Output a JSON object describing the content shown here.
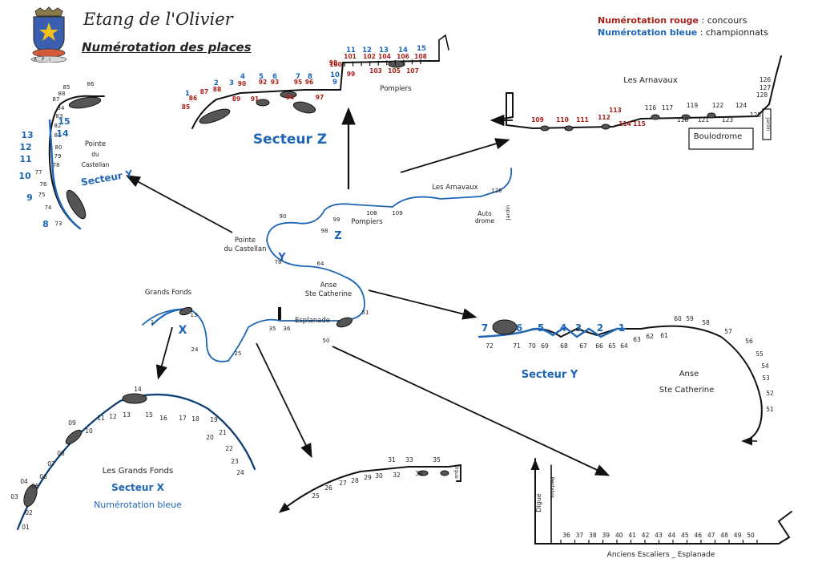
{
  "header": {
    "title": "Etang de l'Olivier",
    "subtitle": "Numérotation des places",
    "crest_text": "A . P . I"
  },
  "legend": {
    "red_label": "Numérotation rouge",
    "red_text": " : concours",
    "blue_label": "Numérotation bleue",
    "blue_text": " : championnats",
    "red_color": "#a8201a",
    "blue_color": "#1e66b5"
  },
  "overview": {
    "labels": [
      "Grands Fonds",
      "Pointe du Castellan",
      "Anse Ste Catherine",
      "Esplanade",
      "Pompiers",
      "Les Arnavaux",
      "Auto drome",
      "Jardin"
    ],
    "sector_letters": [
      "X",
      "Y",
      "Z"
    ],
    "numbers": [
      "1",
      "13",
      "24",
      "25",
      "35",
      "36",
      "50",
      "51",
      "64",
      "78",
      "90",
      "98",
      "99",
      "108",
      "109",
      "128"
    ]
  },
  "secteur_z": {
    "title": "Secteur Z",
    "place_label": "Pompiers",
    "red": [
      "85",
      "86",
      "87",
      "88",
      "89",
      "90",
      "91",
      "92",
      "93",
      "94",
      "95",
      "96",
      "97",
      "98",
      "99",
      "100",
      "101",
      "102",
      "103",
      "104",
      "105",
      "106",
      "107",
      "108"
    ],
    "blue": [
      "1",
      "2",
      "3",
      "4",
      "5",
      "6",
      "7",
      "8",
      "9",
      "10",
      "11",
      "12",
      "13",
      "14",
      "15"
    ]
  },
  "arnavaux": {
    "title": "Les Arnavaux",
    "sub": "Boulodrome",
    "red": [
      "109",
      "110",
      "111",
      "112",
      "113",
      "114",
      "115"
    ],
    "black": [
      "116",
      "117",
      "118",
      "119",
      "121",
      "122",
      "123",
      "124",
      "125",
      "126",
      "127",
      "128"
    ],
    "jardin": "Jardin"
  },
  "castellan": {
    "title": "Pointe du Castellan",
    "sector": "Secteur Y",
    "black": [
      "73",
      "74",
      "75",
      "76",
      "77",
      "78",
      "79",
      "80",
      "81",
      "82",
      "83",
      "84",
      "85",
      "86",
      "87",
      "88"
    ],
    "blue": [
      "8",
      "9",
      "10",
      "11",
      "12",
      "13",
      "14",
      "15"
    ]
  },
  "grands_fonds": {
    "title": "Les Grands Fonds",
    "sector": "Secteur X",
    "note": "Numérotation bleue",
    "numbers": [
      "01",
      "02",
      "03",
      "04",
      "05",
      "06",
      "07",
      "08",
      "09",
      "10",
      "11",
      "12",
      "13",
      "14",
      "15",
      "16",
      "17",
      "18",
      "19",
      "20",
      "21",
      "22",
      "23",
      "24"
    ]
  },
  "esplanade": {
    "numbers": [
      "25",
      "26",
      "27",
      "28",
      "29",
      "30",
      "31",
      "32",
      "33",
      "34",
      "35"
    ],
    "digue": "Digue"
  },
  "anse": {
    "title": "Anse",
    "sub": "Ste Catherine",
    "sector": "Secteur Y",
    "black": [
      "51",
      "52",
      "53",
      "54",
      "55",
      "56",
      "57",
      "58",
      "59",
      "60",
      "61",
      "62",
      "63",
      "64",
      "65",
      "66",
      "67",
      "68",
      "69",
      "70",
      "71",
      "72"
    ],
    "blue": [
      "1",
      "2",
      "3",
      "4",
      "5",
      "6",
      "7"
    ]
  },
  "escaliers": {
    "title": "Anciens Escaliers _ Esplanade",
    "digue": "Digue",
    "pedalos": "Pedalos",
    "numbers": [
      "36",
      "37",
      "38",
      "39",
      "40",
      "41",
      "42",
      "43",
      "44",
      "45",
      "46",
      "47",
      "48",
      "49",
      "50"
    ]
  }
}
